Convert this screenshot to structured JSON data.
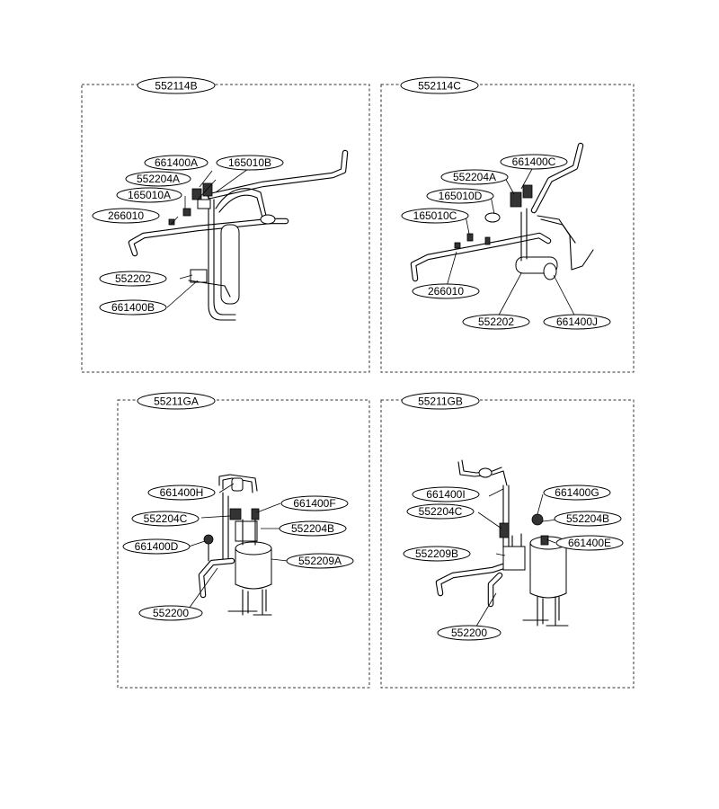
{
  "panels": [
    {
      "title": "552114B",
      "labels": [
        "661400A",
        "165010B",
        "552204A",
        "165010A",
        "266010",
        "552202",
        "661400B"
      ]
    },
    {
      "title": "552114C",
      "labels": [
        "661400C",
        "552204A",
        "165010D",
        "165010C",
        "266010",
        "552202",
        "661400J"
      ]
    },
    {
      "title": "55211GA",
      "labels": [
        "661400H",
        "661400F",
        "552204C",
        "552204B",
        "661400D",
        "552209A",
        "552200"
      ]
    },
    {
      "title": "55211GB",
      "labels": [
        "661400I",
        "661400G",
        "552204C",
        "552204B",
        "552209B",
        "661400E",
        "552200"
      ]
    }
  ]
}
